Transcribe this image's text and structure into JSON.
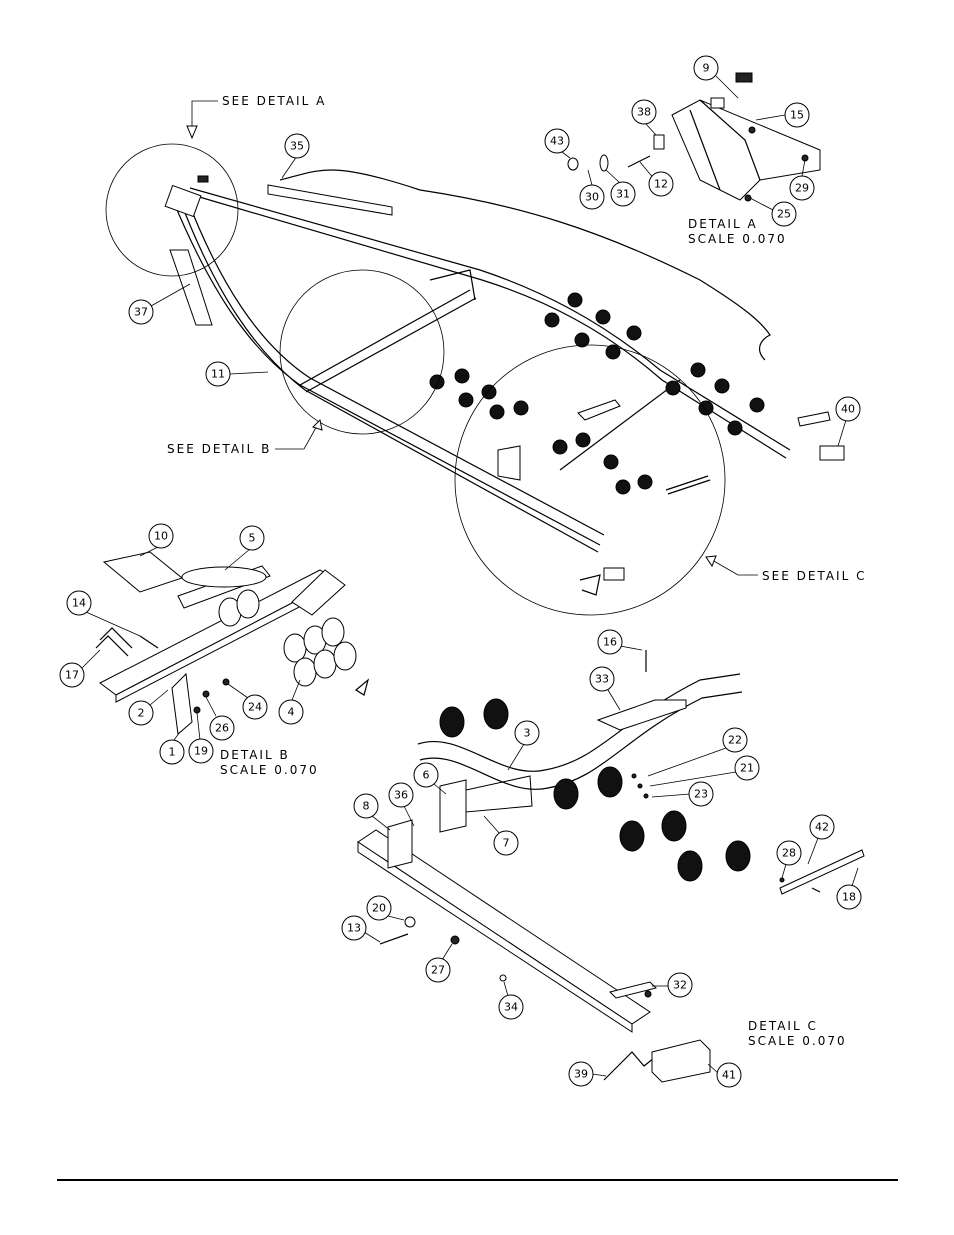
{
  "callouts": {
    "c1": "1",
    "c2": "2",
    "c3": "3",
    "c4": "4",
    "c5": "5",
    "c6": "6",
    "c7": "7",
    "c8": "8",
    "c9": "9",
    "c10": "10",
    "c11": "11",
    "c12": "12",
    "c13": "13",
    "c14": "14",
    "c15": "15",
    "c16": "16",
    "c17": "17",
    "c18": "18",
    "c19": "19",
    "c20": "20",
    "c21": "21",
    "c22": "22",
    "c23": "23",
    "c24": "24",
    "c25": "25",
    "c26": "26",
    "c27": "27",
    "c28": "28",
    "c29": "29",
    "c30": "30",
    "c31": "31",
    "c32": "32",
    "c33": "33",
    "c34": "34",
    "c35": "35",
    "c36": "36",
    "c37": "37",
    "c38": "38",
    "c39": "39",
    "c40": "40",
    "c41": "41",
    "c42": "42",
    "c43": "43"
  },
  "labels": {
    "see_detail_a": "SEE DETAIL  A",
    "see_detail_b": "SEE DETAIL  B",
    "see_detail_c": "SEE DETAIL  C",
    "detail_a": "DETAIL  A",
    "detail_b": "DETAIL  B",
    "detail_c": "DETAIL  C",
    "scale_a": "SCALE  0.070",
    "scale_b": "SCALE  0.070",
    "scale_c": "SCALE  0.070"
  }
}
